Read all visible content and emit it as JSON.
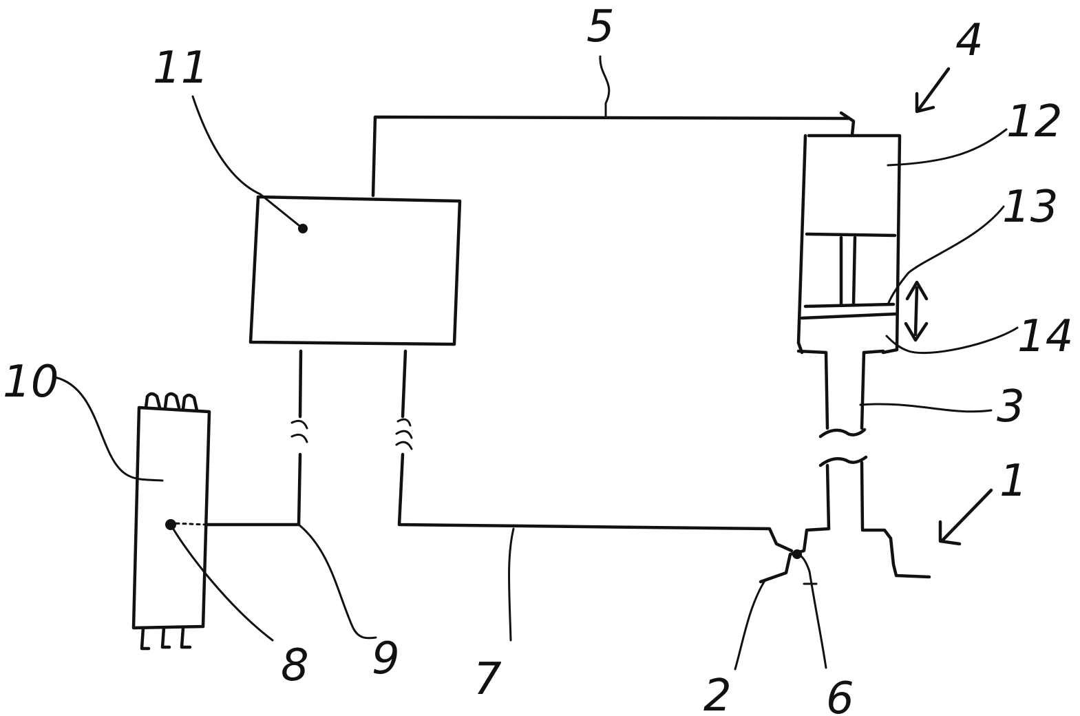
{
  "diagram": {
    "labels": {
      "l1": "1",
      "l2": "2",
      "l3": "3",
      "l4": "4",
      "l5": "5",
      "l6": "6",
      "l7": "7",
      "l8": "8",
      "l9": "9",
      "l10": "10",
      "l11": "11",
      "l12": "12",
      "l13": "13",
      "l14": "14"
    },
    "colors": {
      "ink": "#111111",
      "background": "#ffffff"
    }
  }
}
